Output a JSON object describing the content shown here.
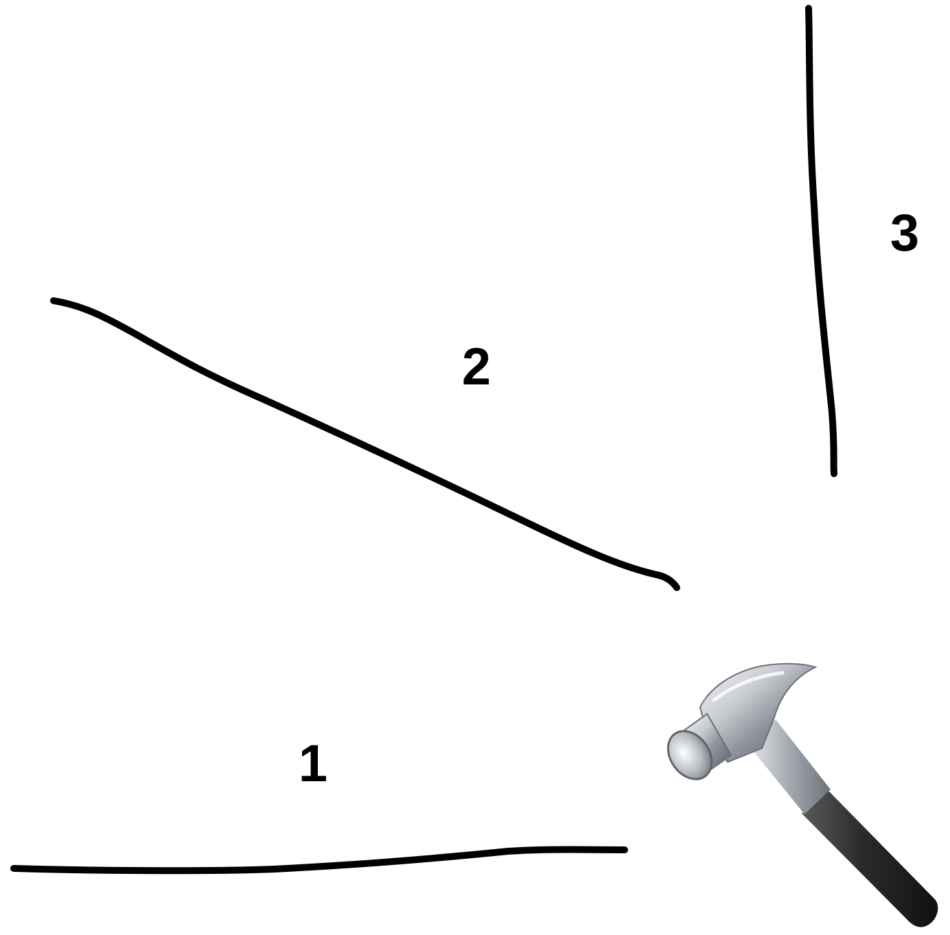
{
  "labels": {
    "line_1": "1",
    "line_2": "2",
    "line_3": "3"
  },
  "icons": {
    "tool": "hammer-icon"
  },
  "colors": {
    "line": "#000000",
    "background": "#ffffff",
    "hammer_handle": "#2b2b2b",
    "hammer_head": "#b8bcc2"
  }
}
